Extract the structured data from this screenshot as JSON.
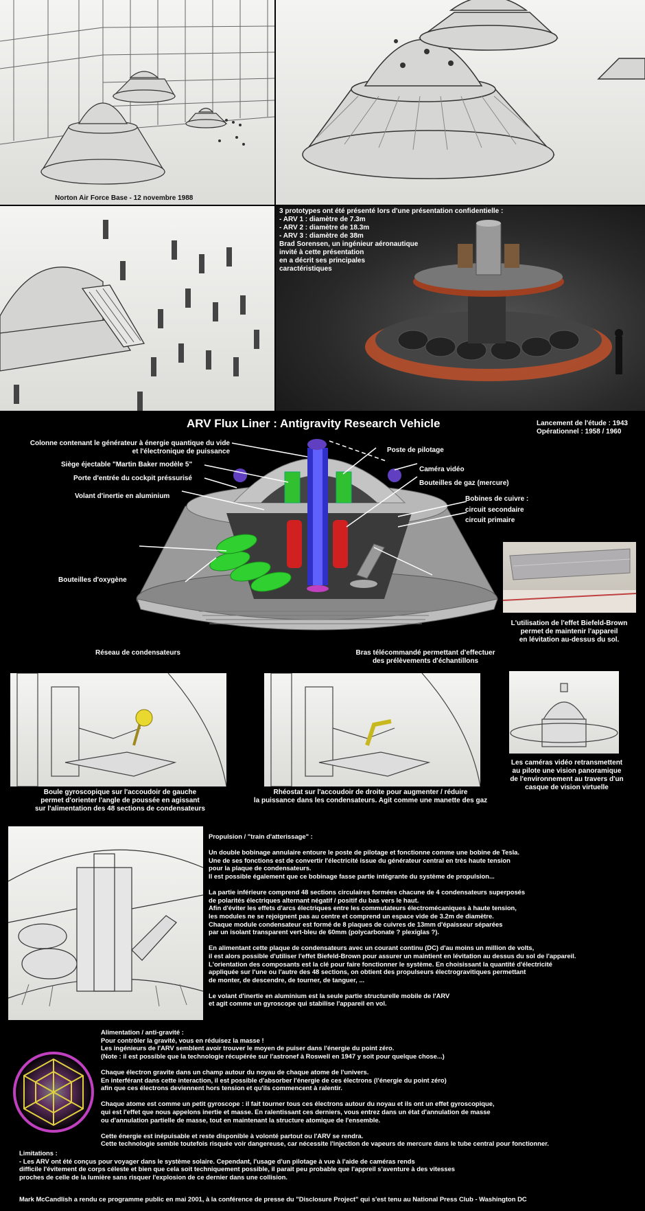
{
  "top": {
    "hangar_caption": "Norton Air Force Base - 12 novembre 1988"
  },
  "prototypes": {
    "text": "3 prototypes ont été présenté lors d'une présentation confidentielle :\n- ARV 1 : diamètre de 7.3m\n- ARV 2 : diamètre de 18.3m\n- ARV 3 : diamètre de 38m\nBrad Sorensen, un ingénieur aéronautique\ninvité à cette présentation\nen a décrit ses principales\ncaractéristiques"
  },
  "diagram": {
    "title": "ARV Flux Liner : Antigravity Research Vehicle",
    "dates": "Lancement de l'étude : 1943\nOpérationnel : 1958 / 1960",
    "labels": {
      "colonne": "Colonne contenant le générateur à énergie quantique du vide\net l'électronique de puissance",
      "siege": "Siège éjectable \"Martin Baker modèle 5\"",
      "porte": "Porte d'entrée du cockpit préssurisé",
      "volant": "Volant d'inertie en aluminium",
      "oxygene": "Bouteilles d'oxygène",
      "reseau": "Réseau de condensateurs",
      "pilotage": "Poste de pilotage",
      "camera": "Caméra vidéo",
      "gaz": "Bouteilles de gaz (mercure)",
      "bobines": "Bobines de cuivre :",
      "secondaire": "circuit secondaire",
      "primaire": "circuit primaire",
      "bras": "Bras télécommandé permettant d'effectuer\ndes prélèvements d'échantillons"
    },
    "biefeld_caption": "L'utilisation de l'effet Biefeld-Brown\npermet de maintenir l'appareil\nen lévitation au-dessus du sol."
  },
  "cockpit": {
    "left_caption": "Boule gyroscopique sur l'accoudoir de gauche\npermet d'orienter l'angle de poussée en agissant\nsur l'alimentation des 48 sections de condensateurs",
    "mid_caption": "Rhéostat sur l'accoudoir de droite pour augmenter / réduire\nla puissance dans les condensateurs. Agit comme une manette des gaz",
    "right_caption": "Les caméras vidéo retransmettent\nau pilote une vision panoramique\nde l'environnement au travers d'un\ncasque de vision virtuelle"
  },
  "propulsion": {
    "text": "Propulsion / \"train d'atterissage\" :\n\nUn double bobinage annulaire entoure le poste de pilotage et fonctionne comme une bobine de Tesla.\nUne de ses fonctions est de convertir l'électricité issue du générateur central en très haute tension\npour la plaque de condensateurs.\nIl est possible également que ce bobinage fasse partie intégrante du système de propulsion...\n\nLa partie inférieure comprend 48 sections circulaires formées chacune de 4 condensateurs superposés\nde polarités électriques alternant négatif / positif du bas vers le haut.\nAfin d'éviter les effets d'arcs électriques entre les commutateurs électromécaniques à haute tension,\nles modules ne se rejoignent pas au centre et comprend un espace vide de 3.2m de diamètre.\nChaque module condensateur est formé de 8 plaques de cuivres de 13mm d'épaisseur séparées\npar un isolant transparent vert-bleu de 60mm (polycarbonate ? plexiglas ?).\n\nEn alimentant cette plaque de condensateurs avec un courant continu (DC) d'au moins un million de volts,\nil est alors possible d'utiliser l'effet Biefeld-Brown pour assurer un maintient en lévitation au dessus du sol de l'appareil.\nL'orientation des composants est la clé pour faire fonctionner le système. En choisissant la quantité d'électricité\nappliquée sur l'une ou l'autre des 48 sections, on obtient des propulseurs électrogravitiques permettant\nde monter, de descendre, de tourner, de tanguer, ...\n\nLe volant d'inertie en aluminium est la seule partie structurelle mobile de l'ARV\net agit comme un gyroscope qui stabilise l'appareil en vol."
  },
  "alimentation": {
    "text": "Alimentation / anti-gravité :\nPour contrôler la gravité, vous en réduisez la masse !\nLes ingénieurs de l'ARV semblent avoir trouver le moyen de puiser dans l'énergie du point zéro.\n(Note : il est possible que la technologie récupérée sur l'astronef à Roswell en 1947 y soit pour quelque chose...)\n\nChaque électron gravite dans un champ autour du noyau de chaque atome de l'univers.\nEn interférant dans cette interaction, il est possible d'absorber l'énergie de ces électrons (l'énergie du point zéro)\nafin que ces électrons deviennent hors tension et qu'ils commencent à ralentir.\n\nChaque atome est comme un petit gyroscope : il fait tourner tous ces électrons autour du noyau et ils ont un effet gyroscopique,\nqui est l'effet que nous appelons inertie et masse. En ralentissant ces derniers, vous entrez dans un état d'annulation de masse\nou d'annulation partielle de masse, tout en maintenant la structure atomique de l'ensemble.\n\nCette énergie est inépuisable et reste disponible à volonté partout ou l'ARV se rendra.\nCette technologie semble toutefois risquée voir dangereuse, car nécessite l'injection de vapeurs de mercure dans le tube central pour fonctionner."
  },
  "limitations": {
    "text": "Limitations :\n- Les ARV ont été conçus pour voyager dans le système solaire. Cependant, l'usage d'un pilotage à vue à l'aide de caméras rends\ndifficile l'évitement de corps céleste et bien que cela soit techniquement possible, il parait peu probable que l'appreil s'aventure à des vitesses\nproches de celle de la lumière sans risquer l'explosion de ce dernier dans une collision."
  },
  "footer": {
    "text": "Mark McCandlish a rendu ce programme public en mai 2001, à la conférence de presse du \"Disclosure Project\" qui s'est tenu au National Press Club - Washington DC"
  }
}
